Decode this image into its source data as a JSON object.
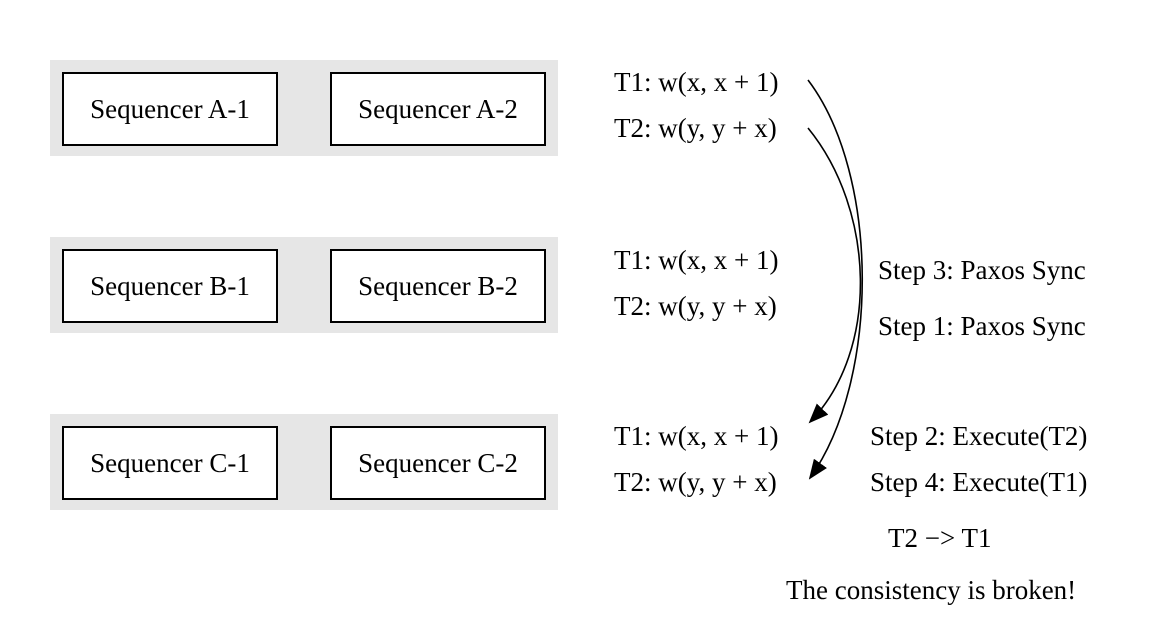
{
  "groups": [
    {
      "sequencers": [
        "Sequencer A-1",
        "Sequencer A-2"
      ],
      "ops": [
        "T1: w(x, x + 1)",
        "T2: w(y, y + x)"
      ]
    },
    {
      "sequencers": [
        "Sequencer B-1",
        "Sequencer B-2"
      ],
      "ops": [
        "T1: w(x, x + 1)",
        "T2: w(y, y + x)"
      ]
    },
    {
      "sequencers": [
        "Sequencer C-1",
        "Sequencer C-2"
      ],
      "ops": [
        "T1: w(x, x + 1)",
        "T2: w(y, y + x)"
      ]
    }
  ],
  "steps": {
    "step3": "Step 3: Paxos Sync",
    "step1": "Step 1: Paxos Sync",
    "step2": "Step 2: Execute(T2)",
    "step4": "Step 4: Execute(T1)"
  },
  "order": "T2 −> T1",
  "conclusion": "The consistency is broken!"
}
